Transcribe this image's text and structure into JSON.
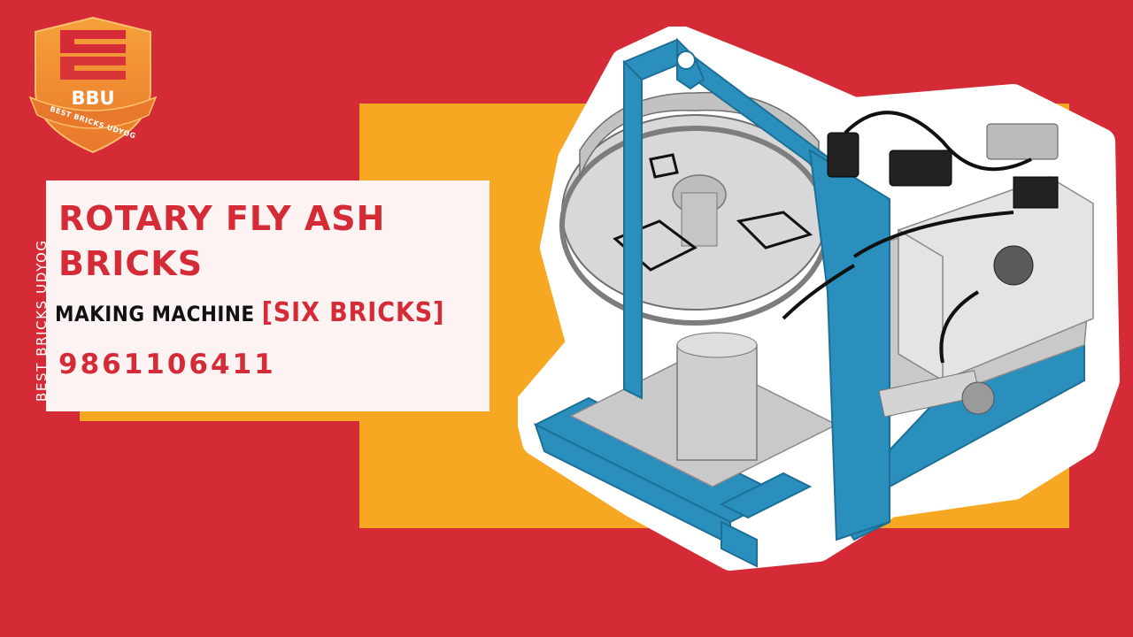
{
  "brand": {
    "logo_text": "BBU",
    "logo_tagline": "BEST BRICKS UDYOG",
    "side_text": "BEST BRICKS UDYOG"
  },
  "title": {
    "line1": "ROTARY FLY ASH",
    "line2": "BRICKS",
    "subtitle_part1": "MAKING MACHINE ",
    "subtitle_part2": "[SIX BRICKS]",
    "phone": "9861106411"
  },
  "colors": {
    "background": "#d52b36",
    "accent_orange": "#f7a823",
    "card": "#fdf3f3",
    "machine_blue": "#2a8fbd"
  },
  "icons": [
    "shield-logo-icon",
    "rotary-brick-machine-illustration"
  ]
}
